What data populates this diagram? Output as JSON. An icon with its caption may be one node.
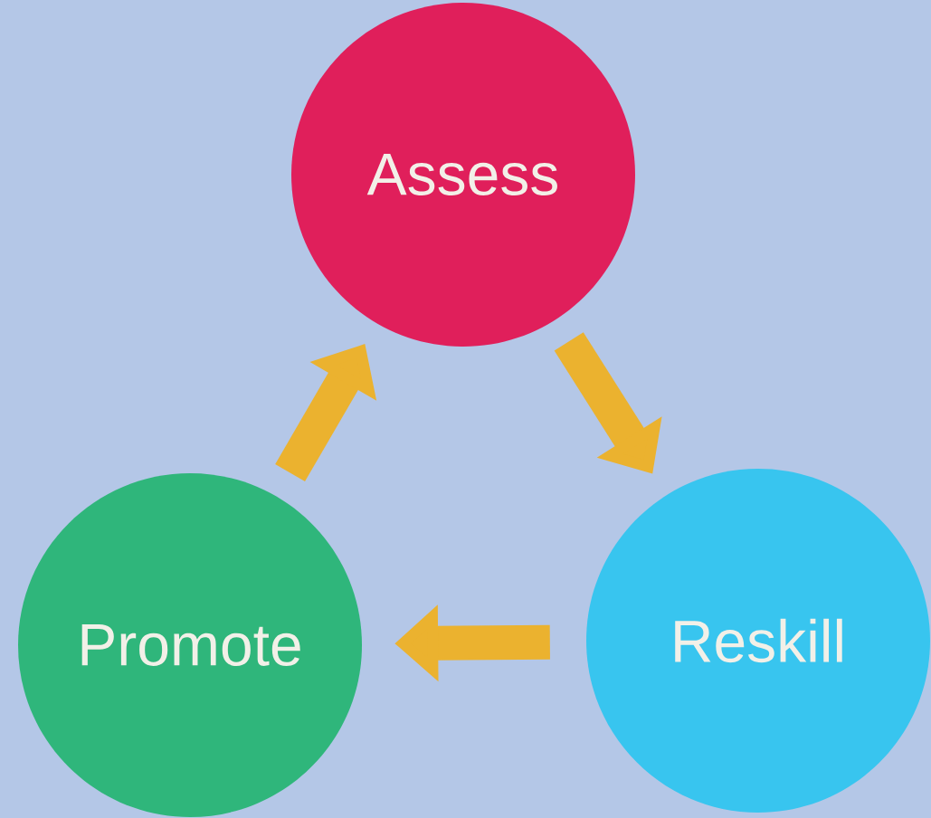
{
  "diagram": {
    "nodes": [
      {
        "text": [
          "Assess"
        ]
      },
      {
        "text": [
          "Reskill"
        ]
      },
      {
        "text": [
          "Promote"
        ]
      }
    ],
    "edges": [
      {
        "from": 0,
        "to": 1,
        "arrow": "to"
      },
      {
        "from": 1,
        "to": 2,
        "arrow": "to"
      },
      {
        "from": 2,
        "to": 0,
        "arrow": "to"
      }
    ]
  }
}
